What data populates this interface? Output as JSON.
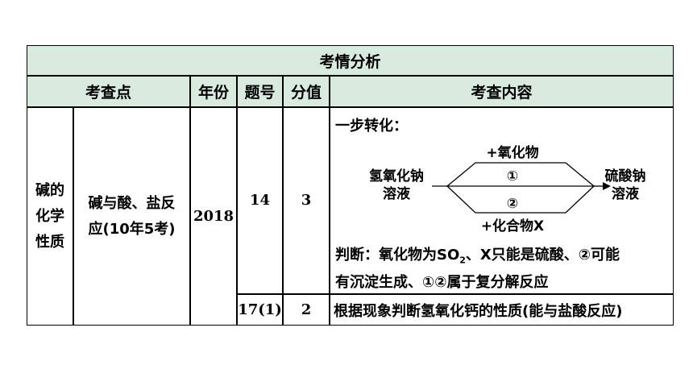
{
  "title": "考情分析",
  "headers": {
    "point": "考查点",
    "year": "年份",
    "question_no": "题号",
    "score": "分值",
    "content": "考查内容"
  },
  "category": {
    "line1": "碱的",
    "line2": "化学",
    "line3": "性质"
  },
  "subcategory": {
    "line1": "碱与酸、盐反",
    "line2": "应(10年5考)"
  },
  "year": "2018",
  "rows": [
    {
      "question_no": "14",
      "score": "3",
      "content": {
        "heading": "一步转化：",
        "diagram": {
          "left_top": "氢氧化钠",
          "left_bottom": "溶液",
          "top_label": "+氧化物",
          "route1": "①",
          "route2": "②",
          "bottom_label": "+化合物X",
          "right_top": "硫酸钠",
          "right_bottom": "溶液"
        },
        "judge_prefix": "判断：氧化物为SO",
        "judge_sub": "2",
        "judge_suffix": "、X只能是硫酸、②可能",
        "judge_line2": "有沉淀生成、①②属于复分解反应"
      }
    },
    {
      "question_no": "17(1)",
      "score": "2",
      "content": "根据现象判断氢氧化钙的性质(能与盐酸反应)"
    }
  ]
}
